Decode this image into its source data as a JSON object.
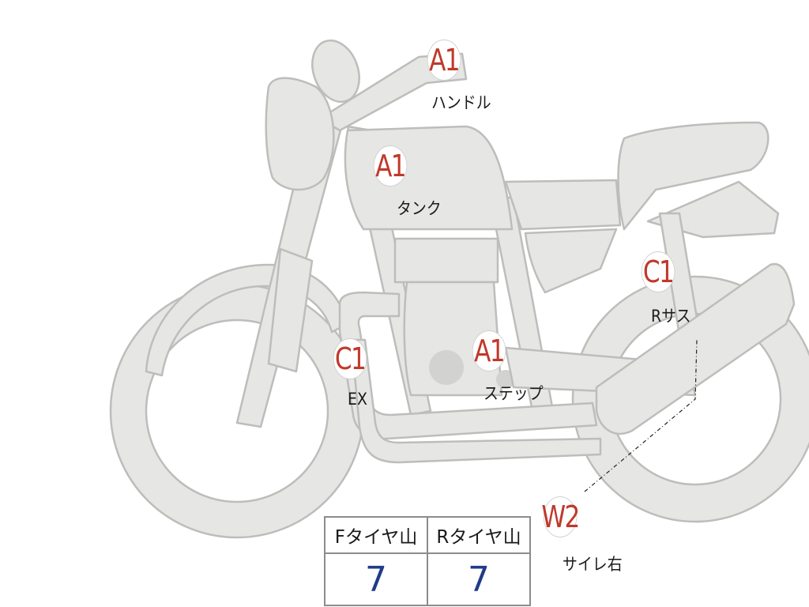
{
  "markers": [
    {
      "code": "A1",
      "caption": "ハンドル"
    },
    {
      "code": "A1",
      "caption": "タンク"
    },
    {
      "code": "C1",
      "caption": "Rサス"
    },
    {
      "code": "C1",
      "caption": "EX"
    },
    {
      "code": "A1",
      "caption": "ステップ"
    },
    {
      "code": "W2",
      "caption": "サイレ右"
    }
  ],
  "tread_table": {
    "front_label": "Fタイヤ山",
    "rear_label": "Rタイヤ山",
    "front_value": "7",
    "rear_value": "7"
  },
  "colors": {
    "marker_text": "#c0392b",
    "tread_value": "#1f3c8a",
    "part_fill": "#e6e6e4",
    "part_outline": "#bdbdbb"
  }
}
